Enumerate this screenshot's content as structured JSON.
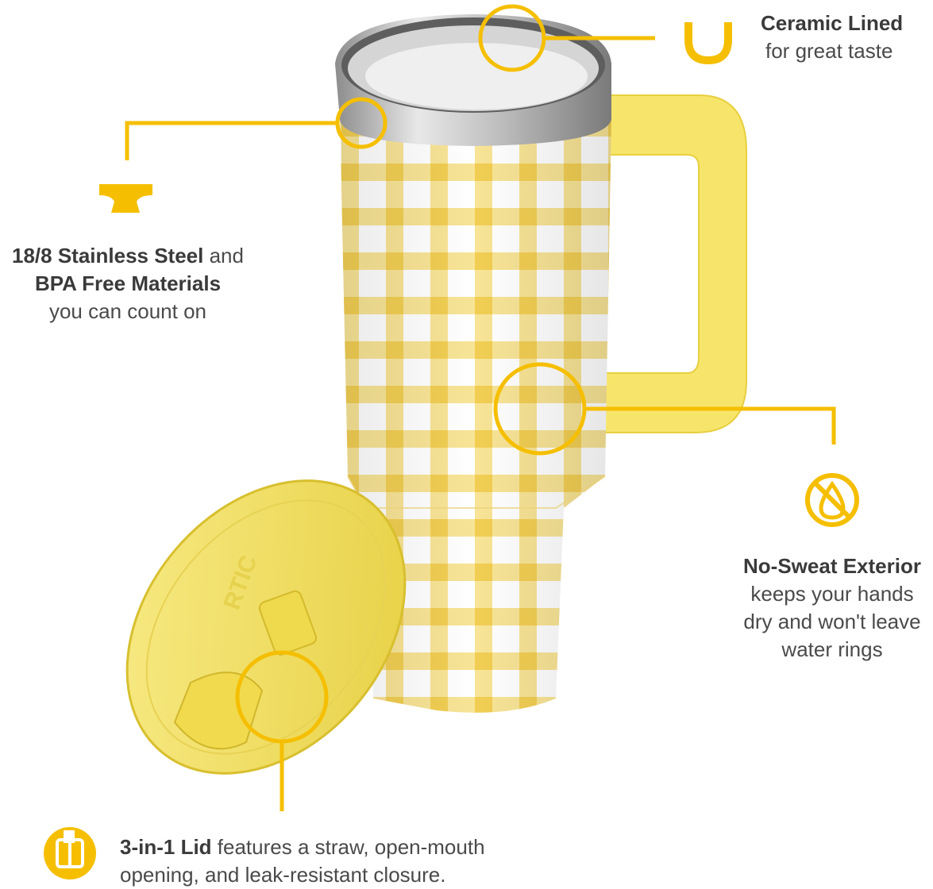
{
  "accent_color": "#f5bf00",
  "features": {
    "ceramic": {
      "icon": "u-shape-icon",
      "title": "Ceramic Lined",
      "desc": "for great taste"
    },
    "steel": {
      "icon": "anvil-icon",
      "bold1": "18/8 Stainless Steel",
      "reg1": " and",
      "bold2": "BPA Free Materials",
      "reg2": "you can count on"
    },
    "no_sweat": {
      "icon": "no-drop-icon",
      "title": "No-Sweat Exterior",
      "line1": "keeps your hands",
      "line2": "dry and won't leave",
      "line3": "water rings"
    },
    "lid": {
      "icon": "lid-icon",
      "bold": "3-in-1 Lid",
      "reg1": " features a straw, open-mouth",
      "line2": "opening, and leak-resistant closure."
    }
  },
  "product": {
    "lid_brand": "RTIC"
  }
}
